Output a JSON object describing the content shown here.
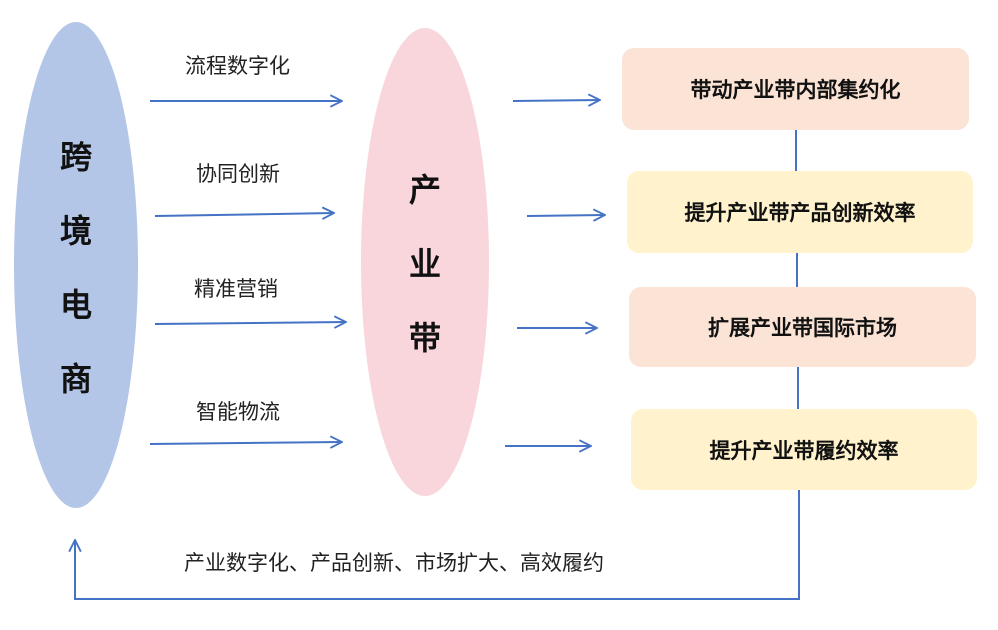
{
  "left_node": {
    "chars": [
      "跨",
      "境",
      "电",
      "商"
    ],
    "fill": "#b4c6e7"
  },
  "center_node": {
    "chars": [
      "产",
      "业",
      "带"
    ],
    "fill": "#f8d6dc"
  },
  "edge_labels": [
    "流程数字化",
    "协同创新",
    "精准营销",
    "智能物流"
  ],
  "outcomes": [
    {
      "label": "带动产业带内部集约化",
      "fill": "#fbe3d6"
    },
    {
      "label": "提升产业带产品创新效率",
      "fill": "#fff2cc"
    },
    {
      "label": "扩展产业带国际市场",
      "fill": "#fbe3d6"
    },
    {
      "label": "提升产业带履约效率",
      "fill": "#fff2cc"
    }
  ],
  "feedback_label": "产业数字化、产品创新、市场扩大、高效履约",
  "arrow_color": "#4472c4"
}
